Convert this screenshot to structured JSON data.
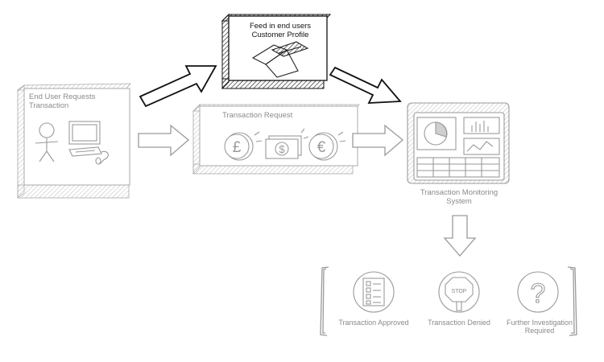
{
  "diagram": {
    "end_user": {
      "label_line1": "End User Requests",
      "label_line2": "Transaction"
    },
    "profile_feed": {
      "label_line1": "Feed in end users",
      "label_line2": "Customer Profile"
    },
    "transaction_request": {
      "label": "Transaction Request",
      "currencies": [
        "£",
        "$",
        "€"
      ]
    },
    "monitoring": {
      "label_line1": "Transaction Monitoring",
      "label_line2": "System"
    },
    "outcomes": [
      {
        "label_line1": "Transaction Approved",
        "label_line2": ""
      },
      {
        "label_line1": "Transaction Denied",
        "label_line2": ""
      },
      {
        "label_line1": "Further Investigation",
        "label_line2": "Required"
      }
    ],
    "stop_sign_text": "STOP",
    "question_mark": "?"
  },
  "colors": {
    "faded": "#9a9a9a",
    "ink": "#111111",
    "hatch": "#bdbdbd"
  }
}
